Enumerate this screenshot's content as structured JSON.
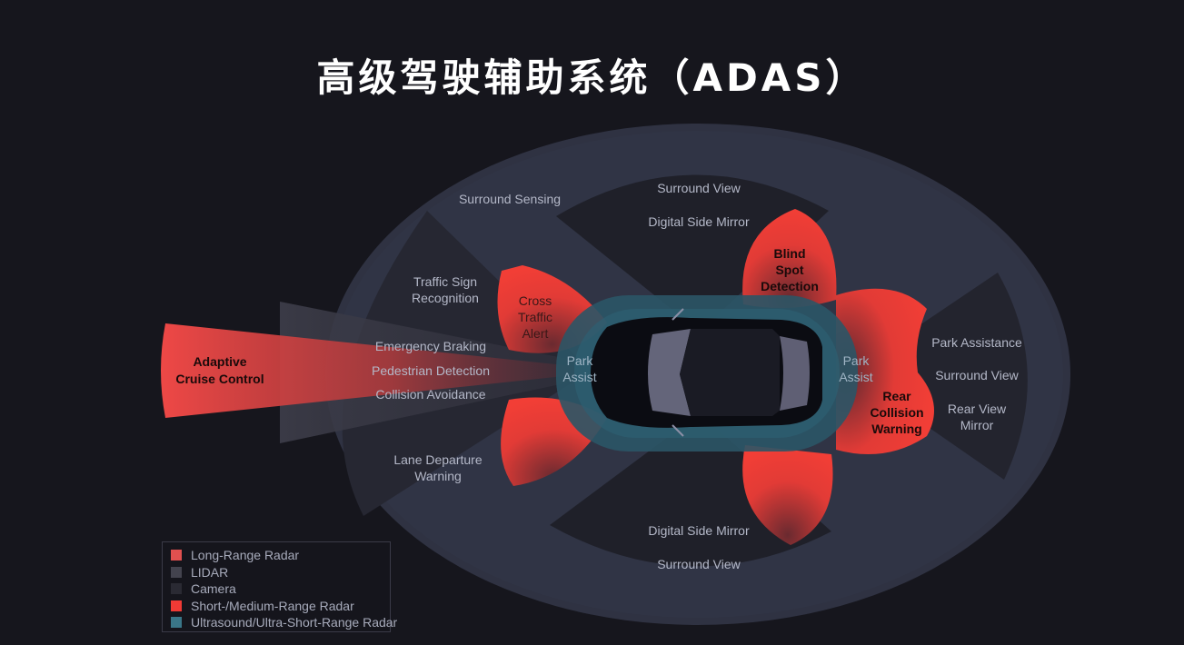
{
  "title": "高级驾驶辅助系统（ADAS）",
  "labels": {
    "surround_sensing": "Surround Sensing",
    "surround_view_top": "Surround View",
    "digital_side_mirror_top": "Digital Side Mirror",
    "blind_spot": [
      "Blind",
      "Spot",
      "Detection"
    ],
    "traffic_sign": [
      "Traffic Sign",
      "Recognition"
    ],
    "cross_traffic": [
      "Cross",
      "Traffic",
      "Alert"
    ],
    "adaptive_cruise": [
      "Adaptive",
      "Cruise Control"
    ],
    "emergency_braking": "Emergency Braking",
    "pedestrian_detection": "Pedestrian Detection",
    "collision_avoidance": "Collision Avoidance",
    "park_assist_front": [
      "Park",
      "Assist"
    ],
    "park_assist_rear": [
      "Park",
      "Assist"
    ],
    "park_assistance": "Park Assistance",
    "surround_view_right": "Surround View",
    "rear_view_mirror": [
      "Rear View",
      "Mirror"
    ],
    "rear_collision": [
      "Rear",
      "Collision",
      "Warning"
    ],
    "lane_departure": [
      "Lane Departure",
      "Warning"
    ],
    "digital_side_mirror_bottom": "Digital Side Mirror",
    "surround_view_bottom": "Surround View"
  },
  "legend": [
    {
      "label": "Long-Range Radar",
      "color": "#e0504f"
    },
    {
      "label": "LIDAR",
      "color": "#43434e"
    },
    {
      "label": "Camera",
      "color": "#2a2a33"
    },
    {
      "label": "Short-/Medium-Range Radar",
      "color": "#f03a35"
    },
    {
      "label": "Ultrasound/Ultra-Short-Range Radar",
      "color": "#3a7688"
    }
  ]
}
